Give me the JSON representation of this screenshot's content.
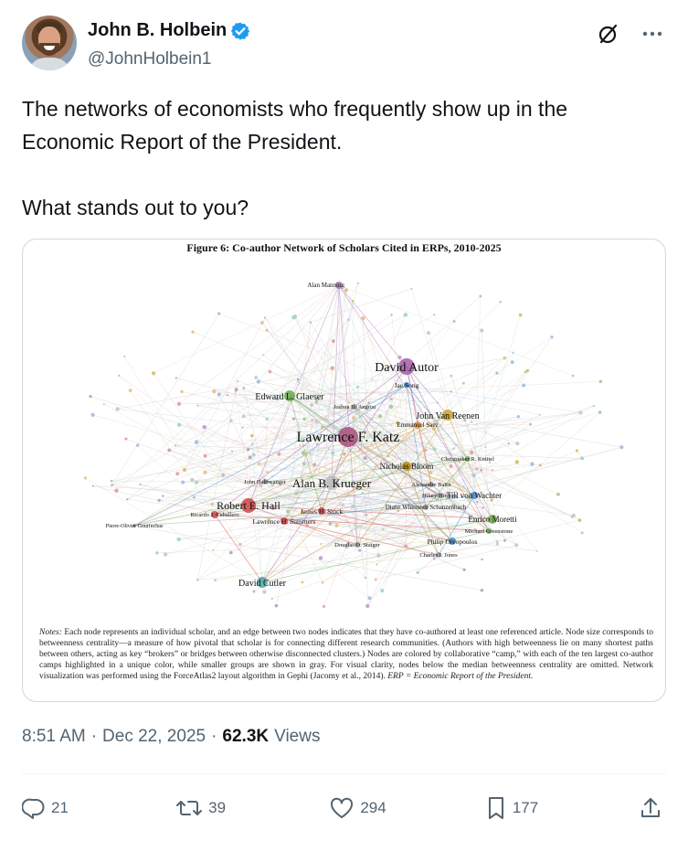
{
  "author": {
    "name": "John B. Holbein",
    "handle": "@JohnHolbein1",
    "verified": true,
    "avatar_icon": "avatar-photo"
  },
  "header_icons": [
    "grok-icon",
    "more-options-icon"
  ],
  "tweet": {
    "paragraph_1": "The networks of economists who frequently show up in the Economic Report of the President.",
    "paragraph_2": "What stands out to you?"
  },
  "figure": {
    "title": "Figure 6: Co-author Network of Scholars Cited in ERPs, 2010-2025",
    "nodes": [
      {
        "label": "Alan Manning",
        "color": "#b07ab5"
      },
      {
        "label": "David Autor",
        "color": "#a45ba6"
      },
      {
        "label": "Edward L. Glaeser",
        "color": "#6aa84f"
      },
      {
        "label": "Joshua D. Angrist",
        "color": "#999999"
      },
      {
        "label": "Jae Song",
        "color": "#3d85c6"
      },
      {
        "label": "John Van Reenen",
        "color": "#c9a227"
      },
      {
        "label": "Emmanuel Saez",
        "color": "#e69138"
      },
      {
        "label": "Lawrence F. Katz",
        "color": "#a64d79"
      },
      {
        "label": "Nicholas Bloom",
        "color": "#b8860b"
      },
      {
        "label": "Christopher R. Knittel",
        "color": "#6aa84f"
      },
      {
        "label": "Alan B. Krueger",
        "color": "#bbbbbb"
      },
      {
        "label": "Alexandre Baitit",
        "color": "#999999"
      },
      {
        "label": "Hilary Hoynes",
        "color": "#999999"
      },
      {
        "label": "Till von Wachter",
        "color": "#3d85c6"
      },
      {
        "label": "John Haltiwanger",
        "color": "#999999"
      },
      {
        "label": "Robert E. Hall",
        "color": "#cc4444"
      },
      {
        "label": "Ricardo J. Caballero",
        "color": "#cc4444"
      },
      {
        "label": "James H. Stock",
        "color": "#cc4444"
      },
      {
        "label": "Lawrence H. Summers",
        "color": "#cc4444"
      },
      {
        "label": "Diane Whitmore Schanzenbach",
        "color": "#999999"
      },
      {
        "label": "Enrico Moretti",
        "color": "#6aa84f"
      },
      {
        "label": "Michael Greenstone",
        "color": "#6aa84f"
      },
      {
        "label": "Philip Oreopoulos",
        "color": "#3d85c6"
      },
      {
        "label": "Charles I. Jones",
        "color": "#999999"
      },
      {
        "label": "Pierre-Olivier Gourinchas",
        "color": "#999999"
      },
      {
        "label": "Douglas O. Staiger",
        "color": "#999999"
      },
      {
        "label": "David Cutler",
        "color": "#4ea3a3"
      }
    ],
    "notes_lead": "Notes:",
    "notes_body": "Each node represents an individual scholar, and an edge between two nodes indicates that they have co-authored at least one referenced article. Node size corresponds to betweenness centrality—a measure of how pivotal that scholar is for connecting different research communities. (Authors with high betweenness lie on many shortest paths between others, acting as key “brokers” or bridges between otherwise disconnected clusters.) Nodes are colored by collaborative “camp,” with each of the ten largest co-author camps highlighted in a unique color, while smaller groups are shown in gray. For visual clarity, nodes below the median betweenness centrality are omitted. Network visualization was performed using the ForceAtlas2 layout algorithm in Gephi (Jacomy et al., 2014).",
    "notes_erp": "ERP = Economic Report of the President."
  },
  "meta": {
    "time": "8:51 AM",
    "separator": "·",
    "date": "Dec 22, 2025",
    "views_count": "62.3K",
    "views_label": "Views"
  },
  "actions": {
    "replies": "21",
    "reposts": "39",
    "likes": "294",
    "bookmarks": "177"
  },
  "colors": {
    "verified": "#1d9bf0",
    "secondary_text": "#536471",
    "border": "#cfd9de"
  }
}
